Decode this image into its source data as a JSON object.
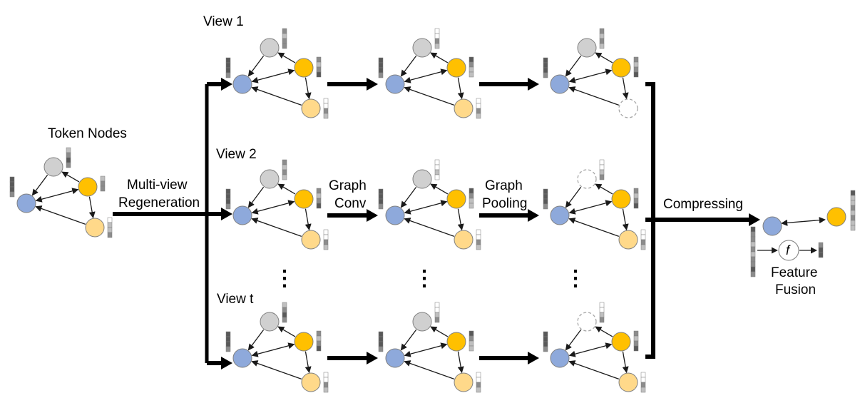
{
  "labels": {
    "token_nodes": "Token Nodes",
    "regen_line1": "Multi-view",
    "regen_line2": "Regeneration",
    "view1": "View 1",
    "view2": "View 2",
    "viewt": "View t",
    "conv_line1": "Graph",
    "conv_line2": "Conv",
    "pool_line1": "Graph",
    "pool_line2": "Pooling",
    "compressing": "Compressing",
    "fusion_line1": "Feature",
    "fusion_line2": "Fusion",
    "fusion_symbol": "f",
    "ellipsis": "⋮"
  },
  "colors": {
    "blue_node": "#8ea9db",
    "orange_node": "#ffc000",
    "light_orange_node": "#ffd98a",
    "gray_node": "#d0d0d0",
    "edge": "#1a1a1a",
    "pooled_node_stroke": "#a6a6a6"
  },
  "stages": [
    {
      "name": "token-graph",
      "pooled": false
    },
    {
      "name": "regenerated-view",
      "pooled": false
    },
    {
      "name": "graph-conv-output",
      "pooled": false
    },
    {
      "name": "graph-pooling-output",
      "pooled": true
    }
  ],
  "views": [
    "View 1",
    "View 2",
    "View t"
  ]
}
